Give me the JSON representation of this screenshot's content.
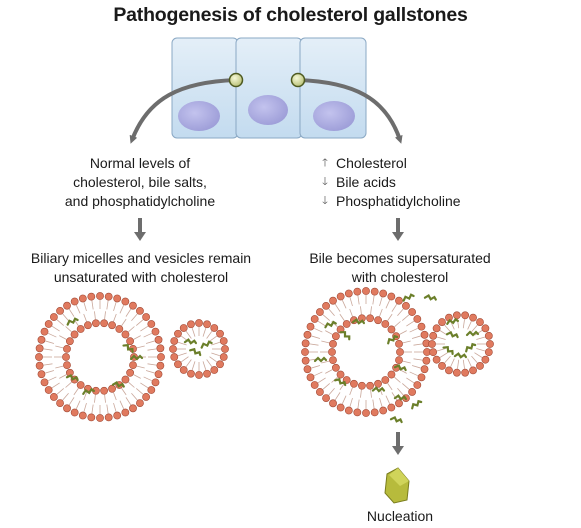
{
  "title": "Pathogenesis of cholesterol gallstones",
  "left_branch": {
    "condition_lines": [
      "Normal levels of",
      "cholesterol, bile salts,",
      "and phosphatidylcholine"
    ],
    "result_lines": [
      "Biliary micelles and vesicles remain",
      "unsaturated with cholesterol"
    ]
  },
  "right_branch": {
    "changes": [
      {
        "direction": "up-arrow-icon",
        "glyph": "🡑",
        "label": "Cholesterol"
      },
      {
        "direction": "down-arrow-icon",
        "glyph": "🡓",
        "label": "Bile acids"
      },
      {
        "direction": "down-arrow-icon",
        "glyph": "🡓",
        "label": "Phosphatidylcholine"
      }
    ],
    "result_lines": [
      "Bile becomes supersaturated",
      "with cholesterol"
    ],
    "outcome": "Nucleation"
  },
  "colors": {
    "cell_fill": "#cfe3f3",
    "nucleus": "#a9a9df",
    "phospholipid_head": "#e07a5f",
    "crystal": "#6b7f2a",
    "stone": "#b7bb3c",
    "arrow": "#6d6d6d"
  }
}
